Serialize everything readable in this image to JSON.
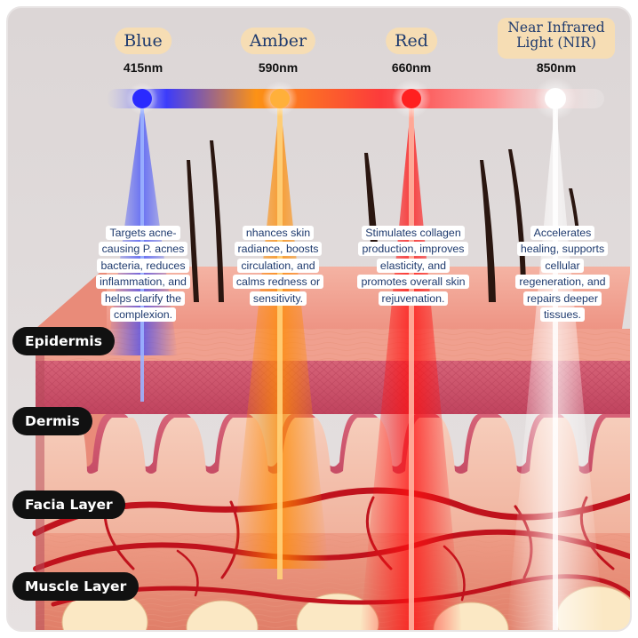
{
  "lights": [
    {
      "name": "Blue",
      "wavelength": "415nm",
      "color": "#2f45ff",
      "description": "Targets acne-causing P. acnes bacteria, reduces inflammation, and helps clarify the complexion."
    },
    {
      "name": "Amber",
      "wavelength": "590nm",
      "color": "#ff8a00",
      "description": "nhances skin radiance, boosts circulation, and calms redness or sensitivity."
    },
    {
      "name": "Red",
      "wavelength": "660nm",
      "color": "#ff1a1a",
      "description": "Stimulates collagen production, improves elasticity, and promotes overall skin rejuvenation."
    },
    {
      "name": "Near Infrared Light (NIR)",
      "wavelength": "850nm",
      "color": "#ffffff",
      "description": "Accelerates healing, supports cellular regeneration, and repairs deeper tissues."
    }
  ],
  "layers": [
    "Epidermis",
    "Dermis",
    "Facia Layer",
    "Muscle Layer"
  ],
  "colors": {
    "background": "#dcd6d6",
    "title_pill": "#f6ddb4",
    "title_text": "#1e3a6e",
    "epidermis": "#f3a79a",
    "dermis": "#c94b66",
    "fascia": "#f4c2b0",
    "vessel": "#c0131d",
    "fat": "#fbe8c4"
  }
}
